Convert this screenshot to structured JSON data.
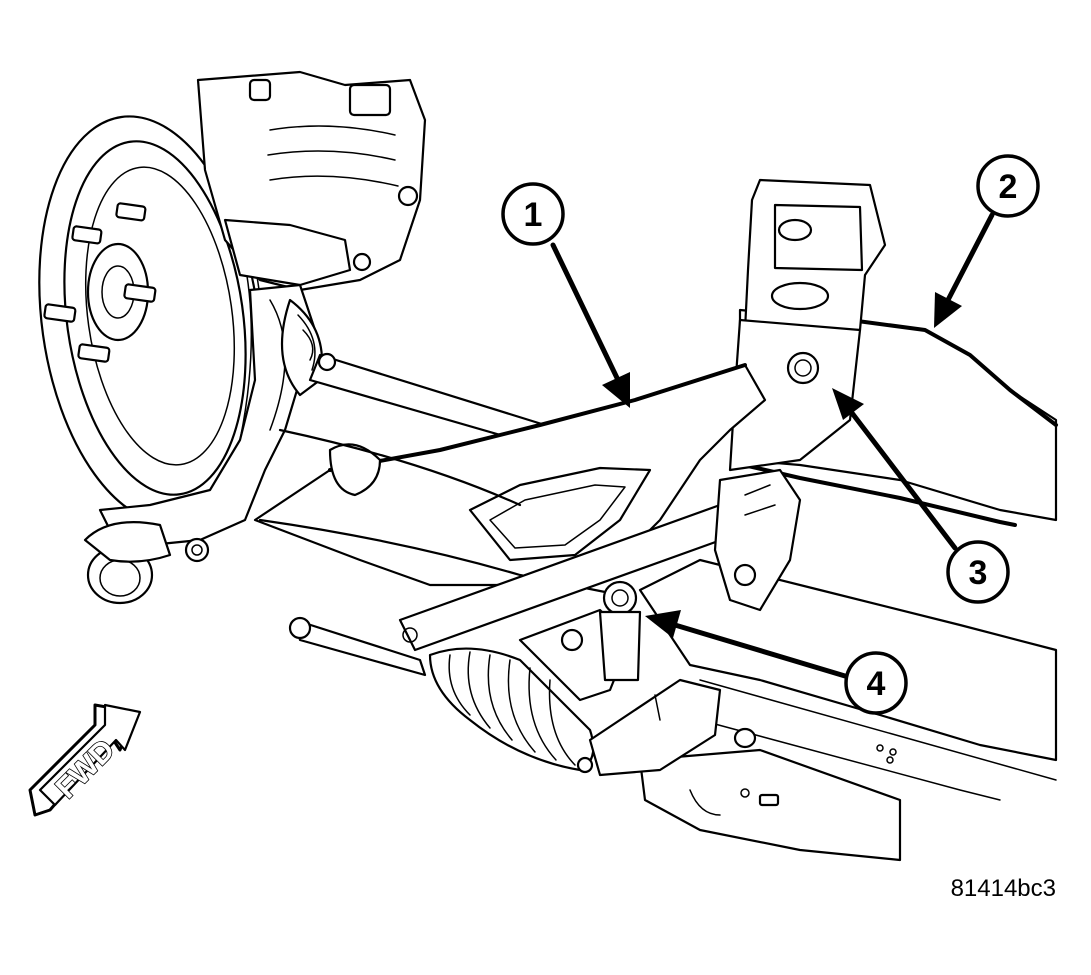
{
  "callouts": [
    {
      "number": "1"
    },
    {
      "number": "2"
    },
    {
      "number": "3"
    },
    {
      "number": "4"
    }
  ],
  "direction_indicator": {
    "label": "FWD",
    "icon": "forward-arrow-icon"
  },
  "figure_id": "81414bc3"
}
